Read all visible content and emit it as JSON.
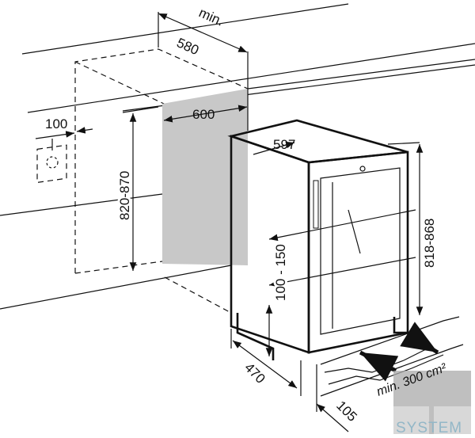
{
  "diagram": {
    "niche_depth_label_prefix": "min.",
    "niche_depth_label": "580",
    "niche_width_label": "600",
    "socket_offset_label": "100",
    "niche_height_label": "820-870",
    "appliance_width_label": "597",
    "appliance_height_label": "818-868",
    "feet_height_label": "100 - 150",
    "appliance_depth_label": "470",
    "door_depth_label": "105",
    "ventilation_label": "min. 300 cm²"
  },
  "watermark": {
    "text": "SYSTEM"
  },
  "colors": {
    "niche_fill": "#c8c8c8",
    "line": "#111111",
    "glass": "#e6e6e6"
  }
}
